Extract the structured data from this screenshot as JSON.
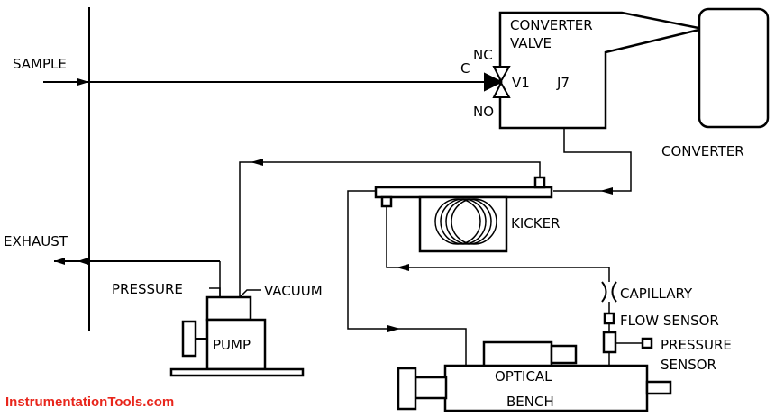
{
  "labels": {
    "sample": "SAMPLE",
    "exhaust": "EXHAUST",
    "converter_valve_line1": "CONVERTER",
    "converter_valve_line2": "VALVE",
    "valve_nc": "NC",
    "valve_c": "C",
    "valve_no": "NO",
    "valve_v1": "V1",
    "valve_j7": "J7",
    "converter": "CONVERTER",
    "kicker": "KICKER",
    "pressure": "PRESSURE",
    "vacuum": "VACUUM",
    "pump": "PUMP",
    "capillary": "CAPILLARY",
    "flow_sensor": "FLOW SENSOR",
    "pressure_sensor_line1": "PRESSURE",
    "pressure_sensor_line2": "SENSOR",
    "optical_bench_line1": "OPTICAL",
    "optical_bench_line2": "BENCH"
  },
  "watermark": {
    "text": "InstrumentationTools.com",
    "color": "#e8261c"
  },
  "colors": {
    "line": "#000000",
    "background": "#ffffff"
  }
}
